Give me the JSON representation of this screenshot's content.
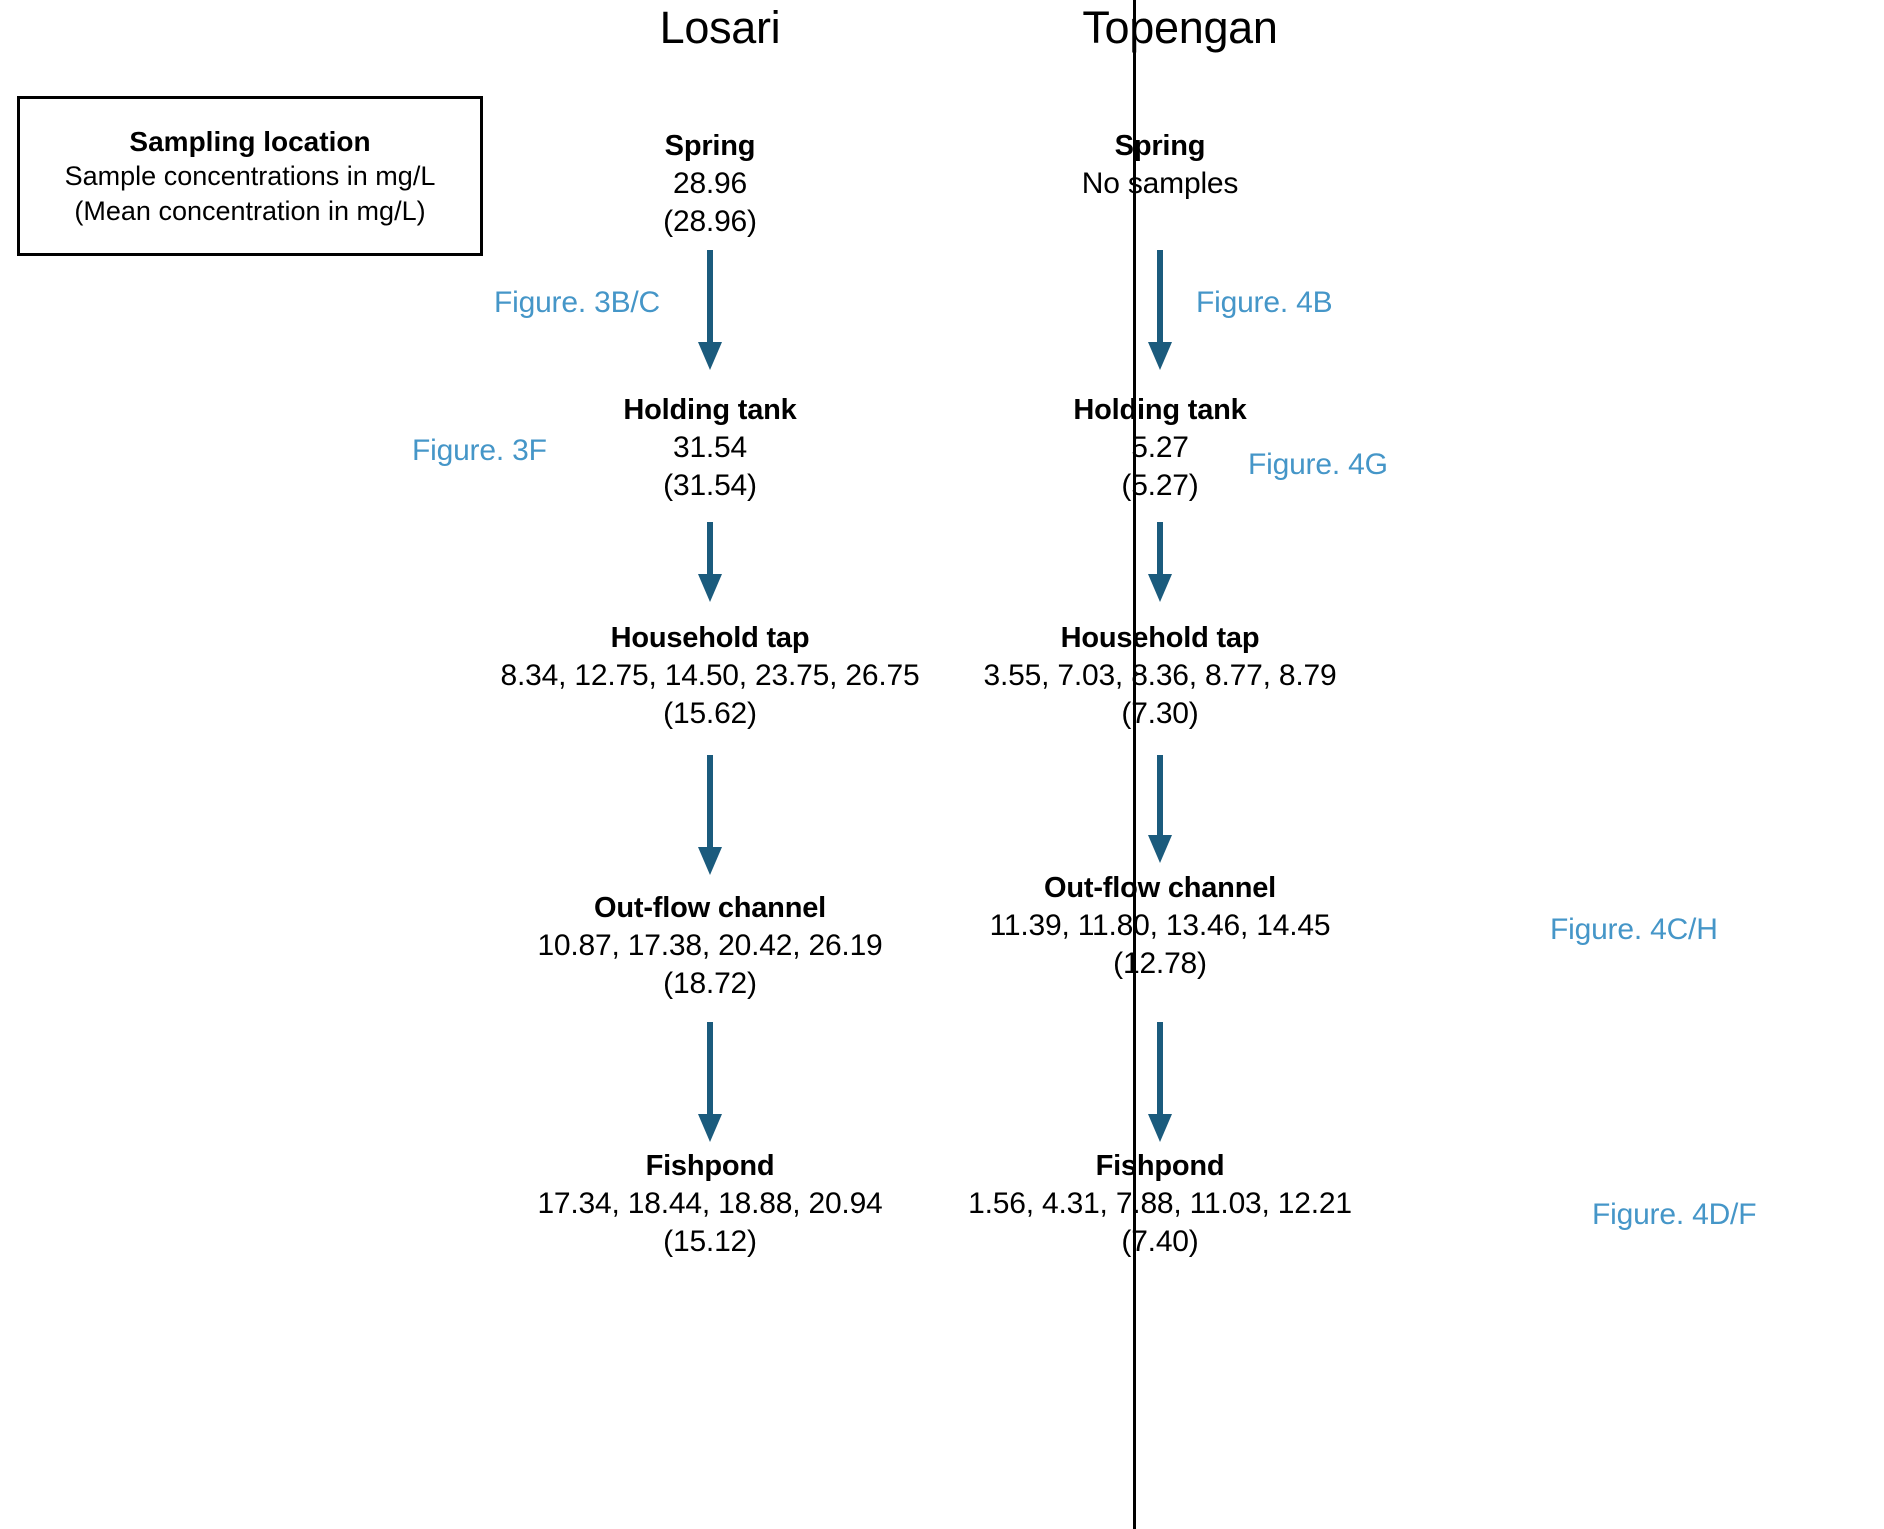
{
  "legend": {
    "title": "Sampling location",
    "line2": "Sample concentrations in mg/L",
    "line3": "(Mean concentration in mg/L)"
  },
  "colors": {
    "arrow": "#1b5b7d",
    "figure_label": "#4596c8",
    "divider": "#000000",
    "text": "#000000"
  },
  "columns": [
    {
      "header": "Losari",
      "nodes": [
        {
          "title": "Spring",
          "samples": "28.96",
          "mean": "(28.96)"
        },
        {
          "title": "Holding tank",
          "samples": "31.54",
          "mean": "(31.54)"
        },
        {
          "title": "Household tap",
          "samples": "8.34, 12.75, 14.50, 23.75, 26.75",
          "mean": "(15.62)"
        },
        {
          "title": "Out-flow channel",
          "samples": "10.87, 17.38, 20.42, 26.19",
          "mean": "(18.72)"
        },
        {
          "title": "Fishpond",
          "samples": "17.34, 18.44, 18.88, 20.94",
          "mean": "(15.12)"
        }
      ],
      "figure_labels": [
        "Figure. 3B/C",
        "Figure. 3F"
      ]
    },
    {
      "header": "Topengan",
      "nodes": [
        {
          "title": "Spring",
          "samples": "No samples",
          "mean": ""
        },
        {
          "title": "Holding tank",
          "samples": "5.27",
          "mean": "(5.27)"
        },
        {
          "title": "Household tap",
          "samples": "3.55, 7.03, 8.36, 8.77, 8.79",
          "mean": "(7.30)"
        },
        {
          "title": "Out-flow channel",
          "samples": "11.39, 11.80, 13.46, 14.45",
          "mean": "(12.78)"
        },
        {
          "title": "Fishpond",
          "samples": "1.56, 4.31, 7.88, 11.03, 12.21",
          "mean": "(7.40)"
        }
      ],
      "figure_labels": [
        "Figure. 4B",
        "Figure. 4G",
        "Figure. 4C/H",
        "Figure. 4D/F"
      ]
    }
  ],
  "chart_data": {
    "type": "diagram",
    "title": "Sampling location concentrations flow diagram",
    "units": "mg/L",
    "sites": [
      {
        "site": "Losari",
        "stages": [
          {
            "stage": "Spring",
            "values": [
              28.96
            ],
            "mean": 28.96,
            "figure": "Figure. 3B/C"
          },
          {
            "stage": "Holding tank",
            "values": [
              31.54
            ],
            "mean": 31.54,
            "figure": "Figure. 3F"
          },
          {
            "stage": "Household tap",
            "values": [
              8.34,
              12.75,
              14.5,
              23.75,
              26.75
            ],
            "mean": 15.62,
            "figure": ""
          },
          {
            "stage": "Out-flow channel",
            "values": [
              10.87,
              17.38,
              20.42,
              26.19
            ],
            "mean": 18.72,
            "figure": ""
          },
          {
            "stage": "Fishpond",
            "values": [
              17.34,
              18.44,
              18.88,
              20.94
            ],
            "mean": 15.12,
            "figure": ""
          }
        ]
      },
      {
        "site": "Topengan",
        "stages": [
          {
            "stage": "Spring",
            "values": [],
            "mean": null,
            "figure": "Figure. 4B"
          },
          {
            "stage": "Holding tank",
            "values": [
              5.27
            ],
            "mean": 5.27,
            "figure": "Figure. 4G"
          },
          {
            "stage": "Household tap",
            "values": [
              3.55,
              7.03,
              8.36,
              8.77,
              8.79
            ],
            "mean": 7.3,
            "figure": ""
          },
          {
            "stage": "Out-flow channel",
            "values": [
              11.39,
              11.8,
              13.46,
              14.45
            ],
            "mean": 12.78,
            "figure": "Figure. 4C/H"
          },
          {
            "stage": "Fishpond",
            "values": [
              1.56,
              4.31,
              7.88,
              11.03,
              12.21
            ],
            "mean": 7.4,
            "figure": "Figure. 4D/F"
          }
        ]
      }
    ]
  }
}
